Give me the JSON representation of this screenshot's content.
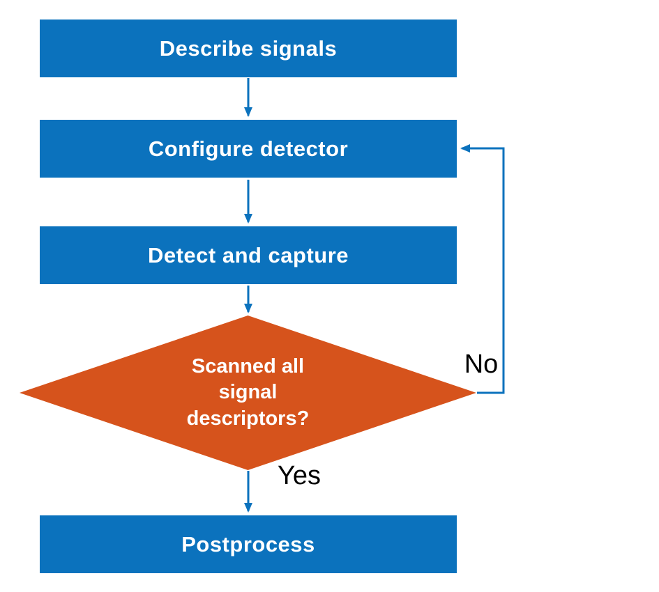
{
  "flowchart": {
    "nodes": {
      "describe_signals": {
        "label": "Describe signals"
      },
      "configure_detector": {
        "label": "Configure detector"
      },
      "detect_and_capture": {
        "label": "Detect and capture"
      },
      "decision": {
        "label": "Scanned all signal descriptors?",
        "lines": [
          "Scanned all",
          "signal",
          "descriptors?"
        ]
      },
      "postprocess": {
        "label": "Postprocess"
      }
    },
    "branch_labels": {
      "no": "No",
      "yes": "Yes"
    },
    "colors": {
      "process_fill": "#0b72bd",
      "decision_fill": "#d6531c",
      "arrow": "#0b72bd",
      "node_text": "#ffffff",
      "branch_text": "#000000"
    }
  }
}
